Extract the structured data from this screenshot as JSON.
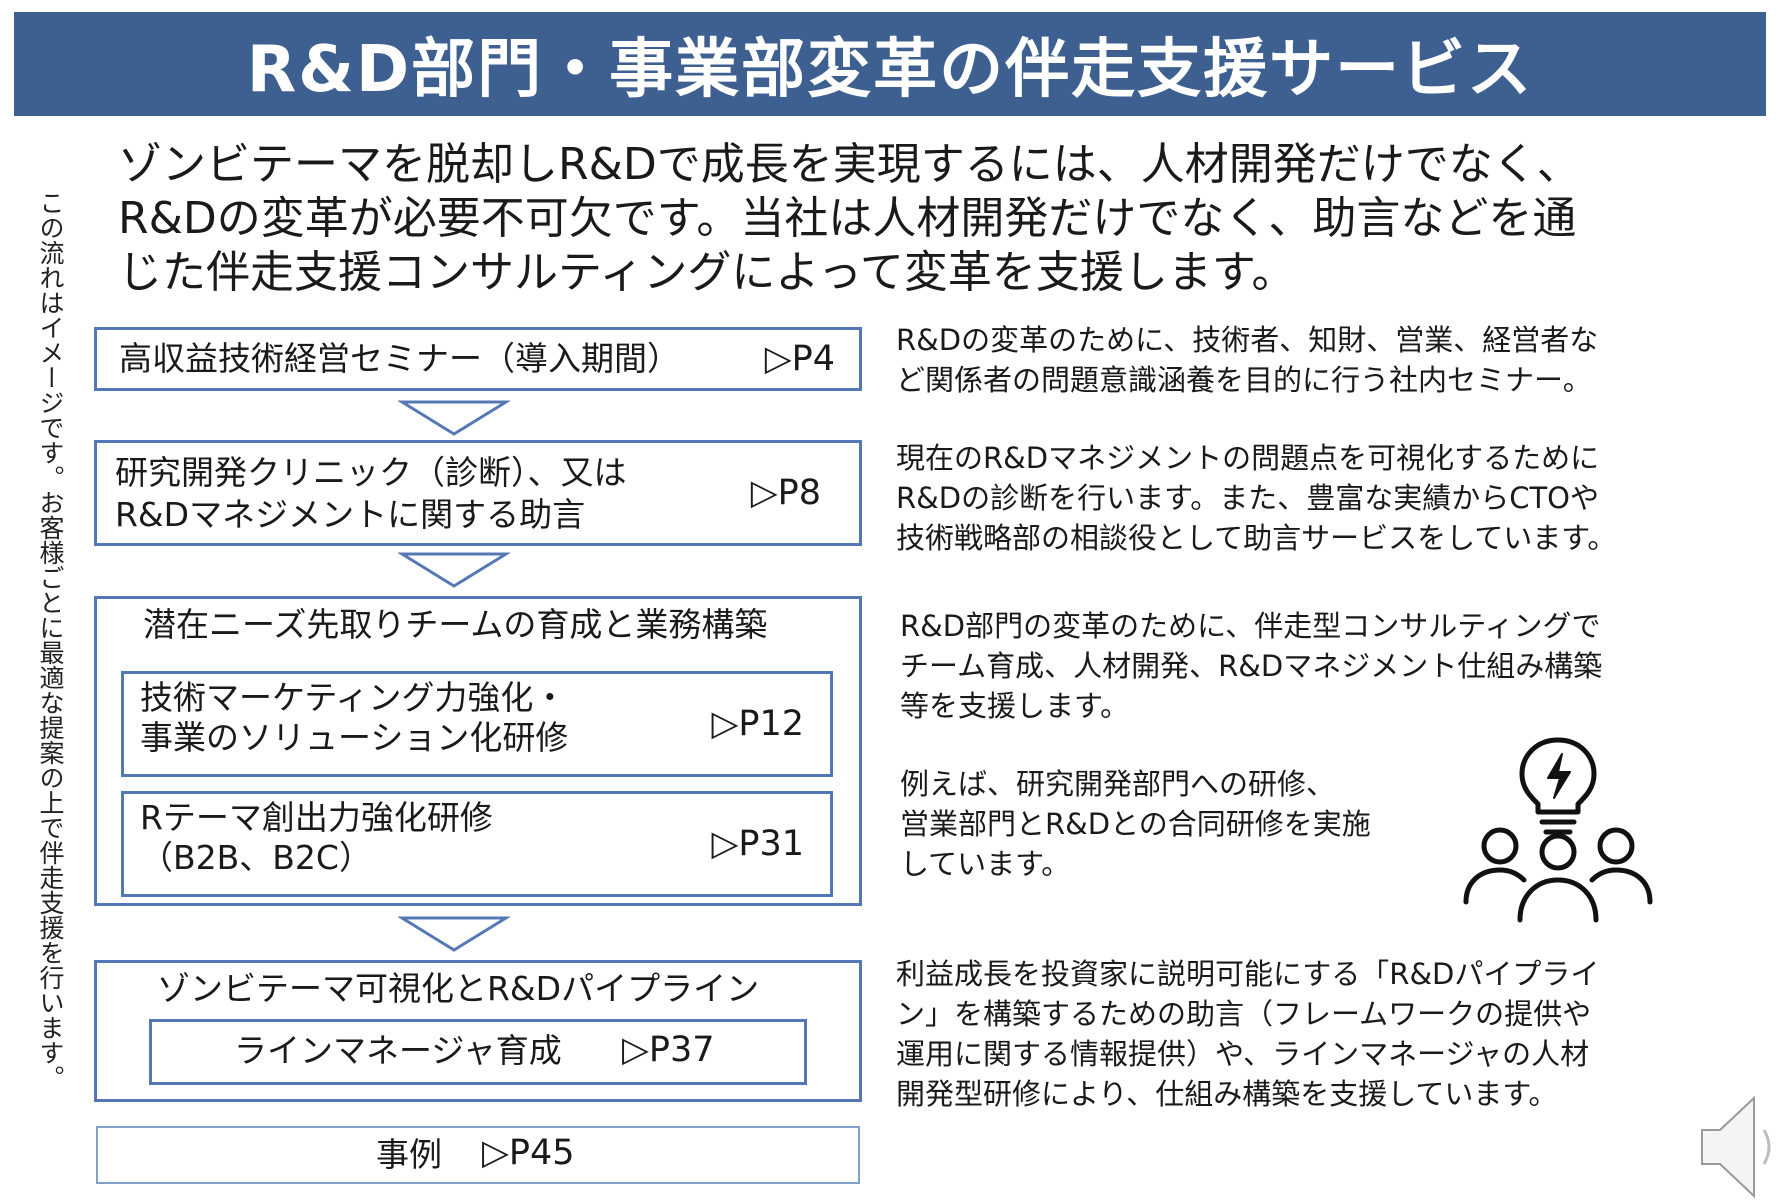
{
  "title": "R&D部門・事業部変革の伴走支援サービス",
  "side_note": "この流れはイメージです。お客様ごとに最適な提案の上で伴走支援を行います。",
  "intro": {
    "lines": [
      "ゾンビテーマを脱却しR&Dで成長を実現するには、人材開発だけでなく、",
      "R&Dの変革が必要不可欠です。当社は人材開発だけでなく、助言などを通",
      "じた伴走支援コンサルティングによって変革を支援します。"
    ]
  },
  "steps": {
    "seminar": {
      "label": "高収益技術経営セミナー（導入期間）",
      "ref": "▷P4"
    },
    "clinic": {
      "line1": "研究開発クリニック（診断）、又は",
      "line2": "R&Dマネジメントに関する助言",
      "ref": "▷P8"
    },
    "team": {
      "heading": "潜在ニーズ先取りチームの育成と業務構築",
      "marketing": {
        "line1": "技術マーケティング力強化・",
        "line2": "事業のソリューション化研修",
        "ref": "▷P12"
      },
      "rtheme": {
        "line1": "Rテーマ創出力強化研修",
        "line2": "（B2B、B2C）",
        "ref": "▷P31"
      }
    },
    "pipeline": {
      "heading": "ゾンビテーマ可視化とR&Dパイプライン",
      "manager": {
        "label": "ラインマネージャ育成",
        "ref": "▷P37"
      }
    },
    "cases": {
      "label": "事例",
      "ref": "▷P45"
    }
  },
  "descriptions": {
    "seminar": [
      "R&Dの変革のために、技術者、知財、営業、経営者な",
      "ど関係者の問題意識涵養を目的に行う社内セミナー。"
    ],
    "clinic": [
      "現在のR&Dマネジメントの問題点を可視化するために",
      "R&Dの診断を行います。また、豊富な実績からCTOや",
      "技術戦略部の相談役として助言サービスをしています。"
    ],
    "team": [
      "R&D部門の変革のために、伴走型コンサルティングで",
      "チーム育成、人材開発、R&Dマネジメント仕組み構築",
      "等を支援します。"
    ],
    "example": [
      "例えば、研究開発部門への研修、",
      "営業部門とR&Dとの合同研修を実施",
      "しています。"
    ],
    "pipeline": [
      "利益成長を投資家に説明可能にする「R&Dパイプライ",
      "ン」を構築するための助言（フレームワークの提供や",
      "運用に関する情報提供）や、ラインマネージャの人材",
      "開発型研修により、仕組み構築を支援しています。"
    ]
  },
  "colors": {
    "title_bg": "#3d6090",
    "box_border": "#5478b5",
    "arrow": "#5478b5",
    "cases_border": "#7fa0c8"
  },
  "icons": [
    "lightbulb-team-icon",
    "speaker-icon",
    "down-arrow-icon"
  ]
}
